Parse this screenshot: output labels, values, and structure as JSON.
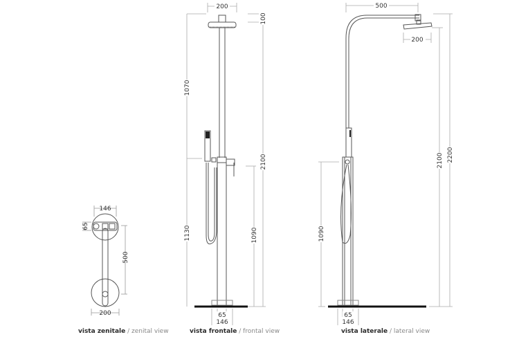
{
  "views": {
    "zenital": {
      "caption_it": "vista zenitale",
      "caption_sep": " / ",
      "caption_en": "zenital view",
      "dims": {
        "top_width": "146",
        "knob": "65",
        "arm_length": "500",
        "base_diameter": "200"
      }
    },
    "frontal": {
      "caption_it": "vista frontale",
      "caption_sep": " / ",
      "caption_en": "frontal view",
      "dims": {
        "head_diameter": "200",
        "head_height": "100",
        "upper": "1070",
        "lower": "1130",
        "total": "2100",
        "mixer_height": "1090",
        "column": "65",
        "base": "146"
      }
    },
    "lateral": {
      "caption_it": "vista laterale",
      "caption_sep": " / ",
      "caption_en": "lateral view",
      "dims": {
        "arm_reach": "500",
        "head_diameter": "200",
        "head_height": "2100",
        "total": "2200",
        "mixer_height": "1090",
        "column": "65",
        "base": "146"
      }
    }
  },
  "colors": {
    "line": "#555555",
    "dim": "#aaaaaa",
    "floor": "#111111",
    "text": "#333333"
  }
}
